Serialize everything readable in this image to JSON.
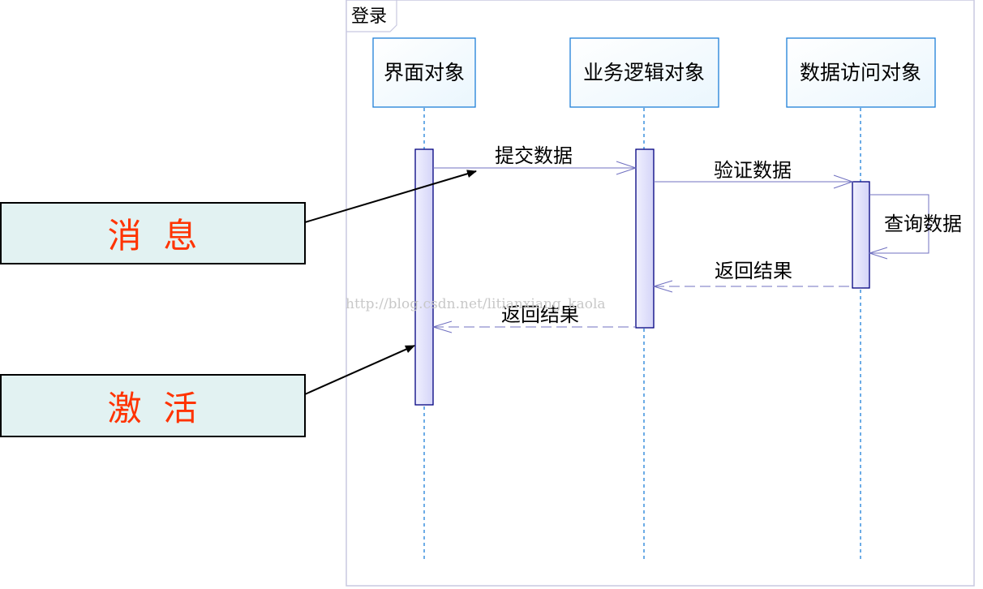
{
  "frame": {
    "title": "登录"
  },
  "lifelines": [
    {
      "id": "ui",
      "label": "界面对象"
    },
    {
      "id": "biz",
      "label": "业务逻辑对象"
    },
    {
      "id": "dao",
      "label": "数据访问对象"
    }
  ],
  "messages": [
    {
      "label": "提交数据",
      "from": "ui",
      "to": "biz",
      "kind": "sync"
    },
    {
      "label": "验证数据",
      "from": "biz",
      "to": "dao",
      "kind": "sync"
    },
    {
      "label": "查询数据",
      "from": "dao",
      "to": "dao",
      "kind": "self"
    },
    {
      "label": "返回结果",
      "from": "dao",
      "to": "biz",
      "kind": "return"
    },
    {
      "label": "返回结果",
      "from": "biz",
      "to": "ui",
      "kind": "return"
    }
  ],
  "callouts": [
    {
      "label": "消  息",
      "points_to": "message"
    },
    {
      "label": "激  活",
      "points_to": "activation"
    }
  ],
  "watermark": "http://blog.csdn.net/litianxiang_kaola",
  "colors": {
    "frame_border": "#c8c8e0",
    "lifeline_box_border": "#1e7fd8",
    "lifeline_dash": "#1e7fd8",
    "activation_border": "#000080",
    "activation_fill": "#dcdcfc",
    "message_line": "#7070c0",
    "callout_fill": "#e2f2f2",
    "callout_text": "#ff3300"
  }
}
